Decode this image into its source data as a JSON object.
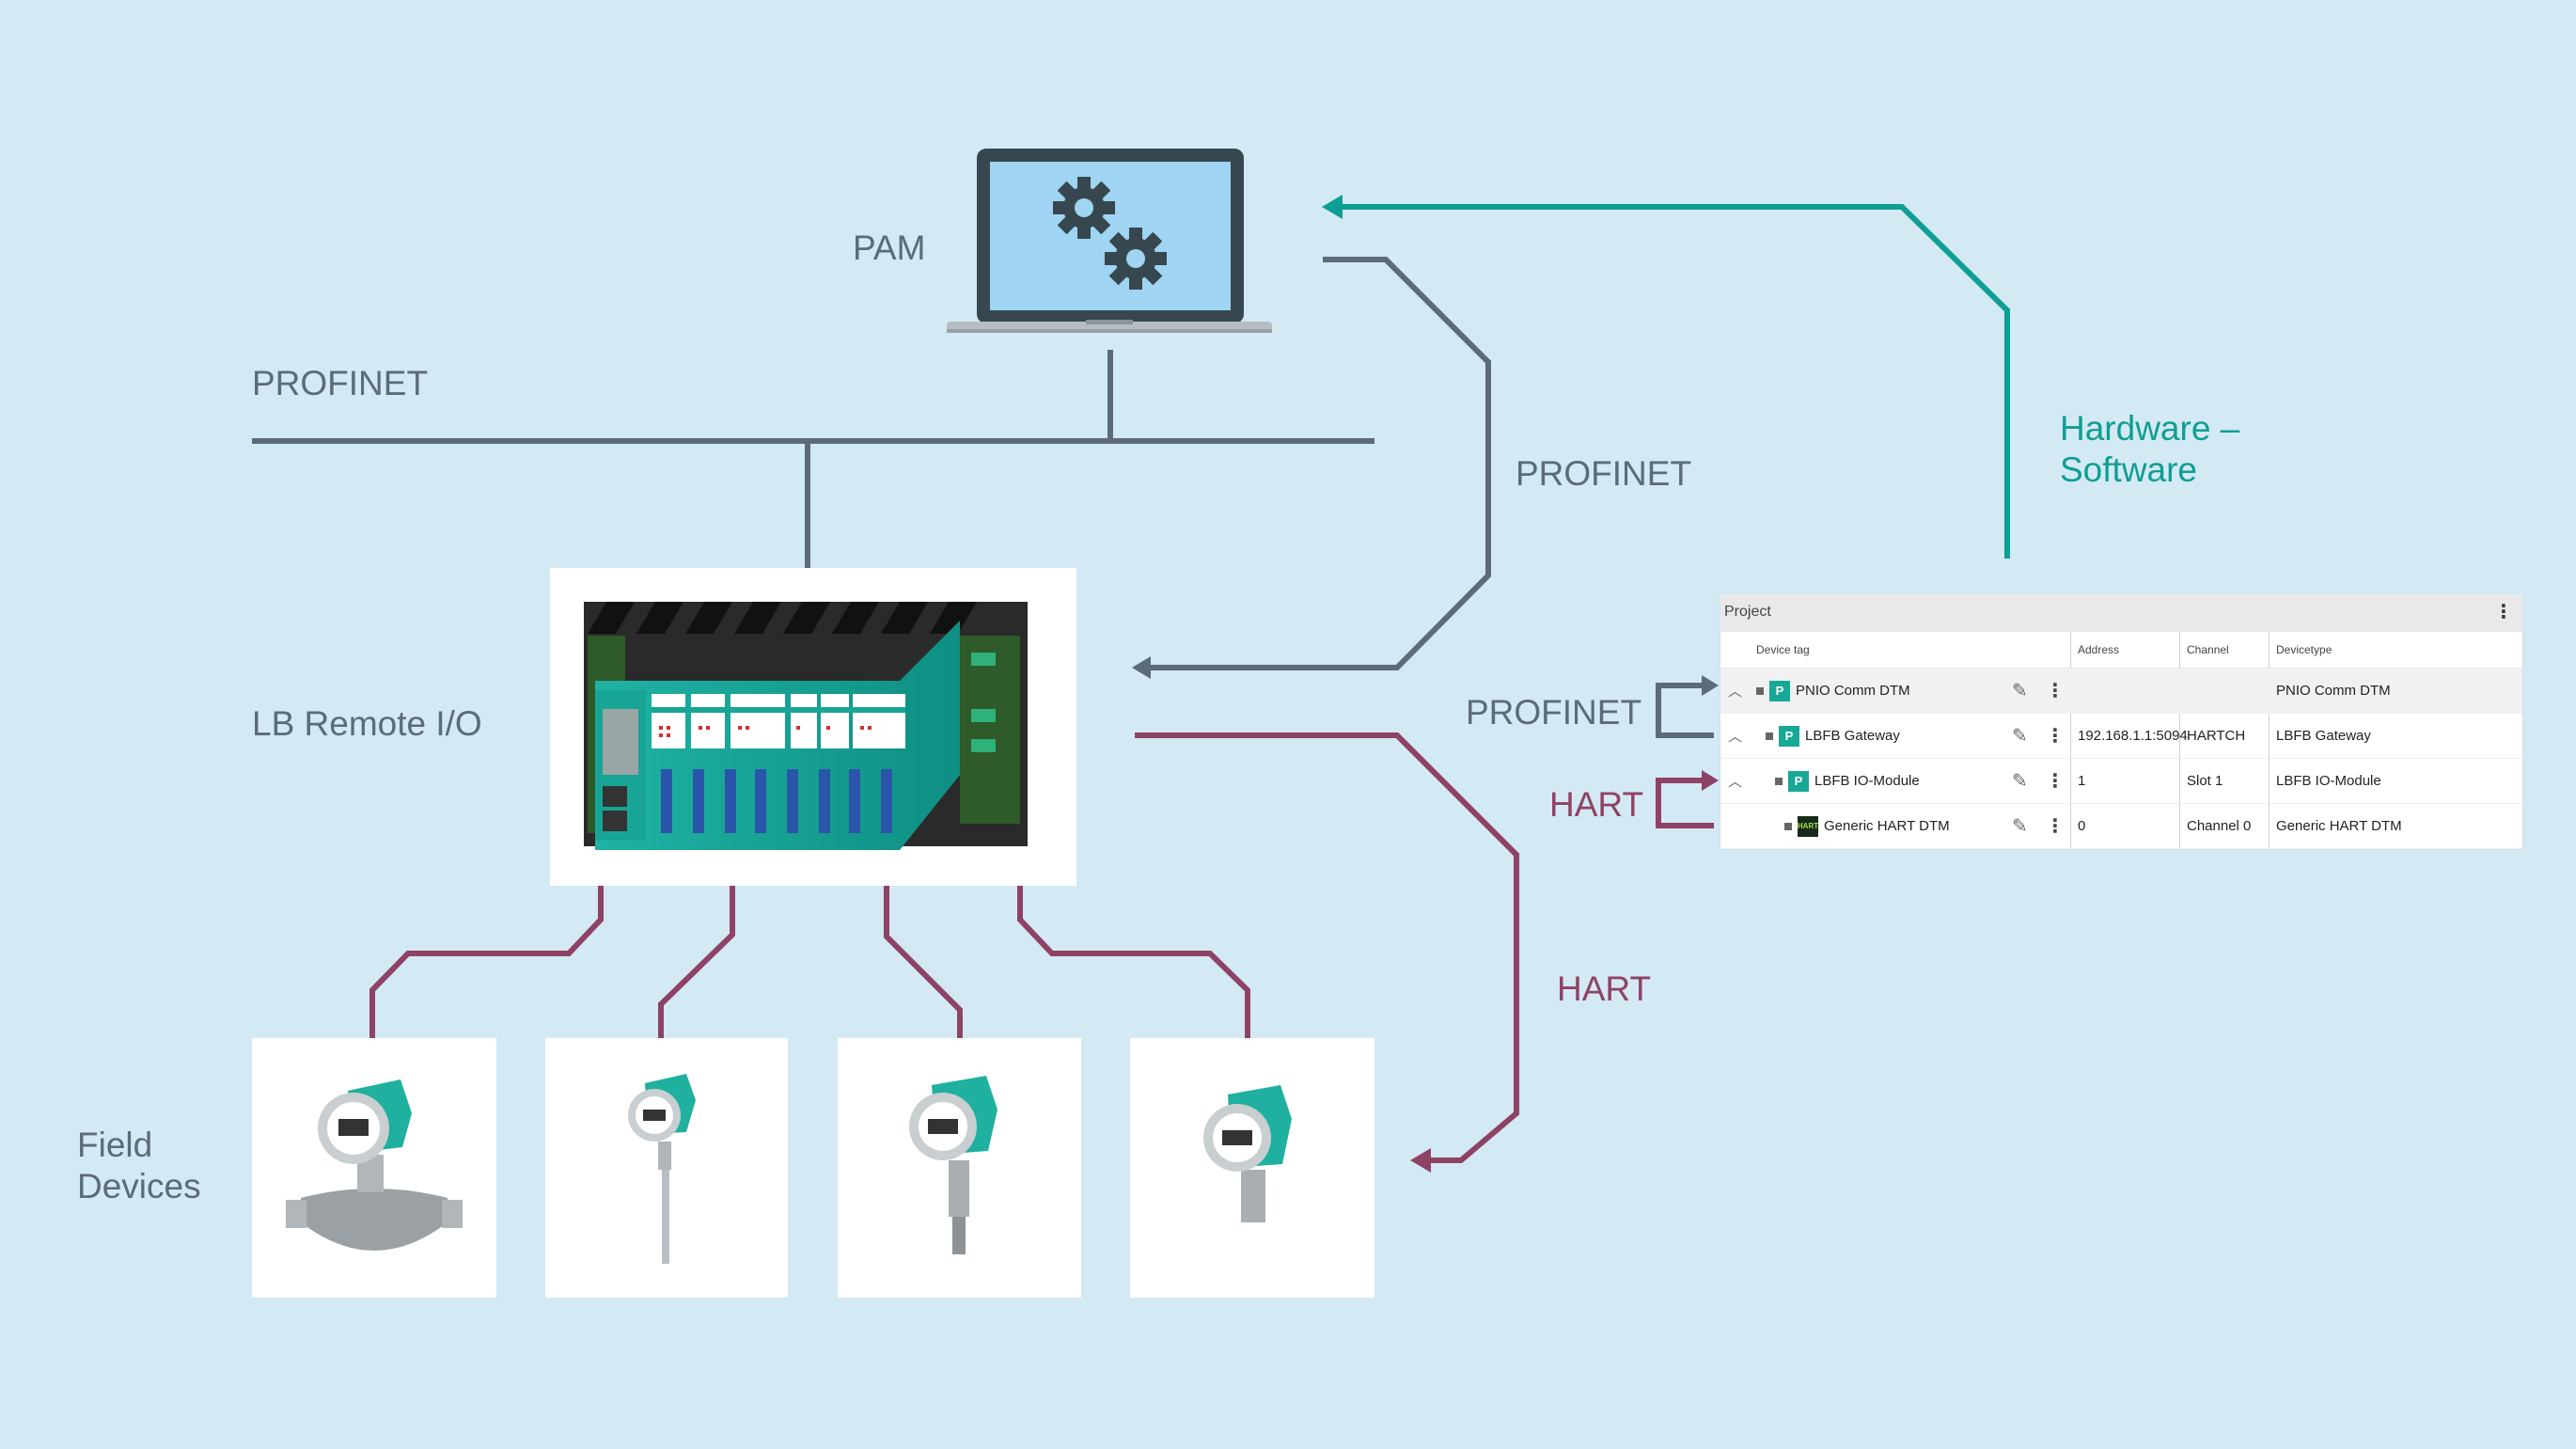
{
  "labels": {
    "pam": "PAM",
    "profinet_bus": "PROFINET",
    "profinet_right": "PROFINET",
    "profinet_panel": "PROFINET",
    "hardware_software": [
      "Hardware –",
      "Software"
    ],
    "lb_remote_io": "LB Remote I/O",
    "hart_panel": "HART",
    "hart_right": "HART",
    "field_devices": [
      "Field",
      "Devices"
    ]
  },
  "colors": {
    "background": "#d3e9f4",
    "profinet_line": "#5c6b78",
    "hart_line": "#8e4265",
    "teal_accent": "#0f9e93"
  },
  "project_panel": {
    "title": "Project",
    "columns": [
      "Device tag",
      "Address",
      "Channel",
      "Devicetype"
    ],
    "rows": [
      {
        "tag": "PNIO Comm DTM",
        "address": "",
        "channel": "",
        "devicetype": "PNIO Comm DTM",
        "icon": "P"
      },
      {
        "tag": "LBFB Gateway",
        "address": "192.168.1.1:5094",
        "channel": "HARTCH",
        "devicetype": "LBFB Gateway",
        "icon": "P"
      },
      {
        "tag": "LBFB IO-Module",
        "address": "1",
        "channel": "Slot 1",
        "devicetype": "LBFB IO-Module",
        "icon": "P"
      },
      {
        "tag": "Generic HART DTM",
        "address": "0",
        "channel": "Channel 0",
        "devicetype": "Generic HART DTM",
        "icon": "HART"
      }
    ]
  },
  "field_devices": [
    {
      "icon": "coriolis-flowmeter-icon"
    },
    {
      "icon": "rod-level-probe-icon"
    },
    {
      "icon": "pressure-transmitter-icon"
    },
    {
      "icon": "differential-pressure-transmitter-icon"
    }
  ],
  "icons": [
    "laptop-gears-icon",
    "remote-io-rack-icon",
    "more-vert-icon",
    "edit-icon",
    "chevron-up-icon"
  ]
}
